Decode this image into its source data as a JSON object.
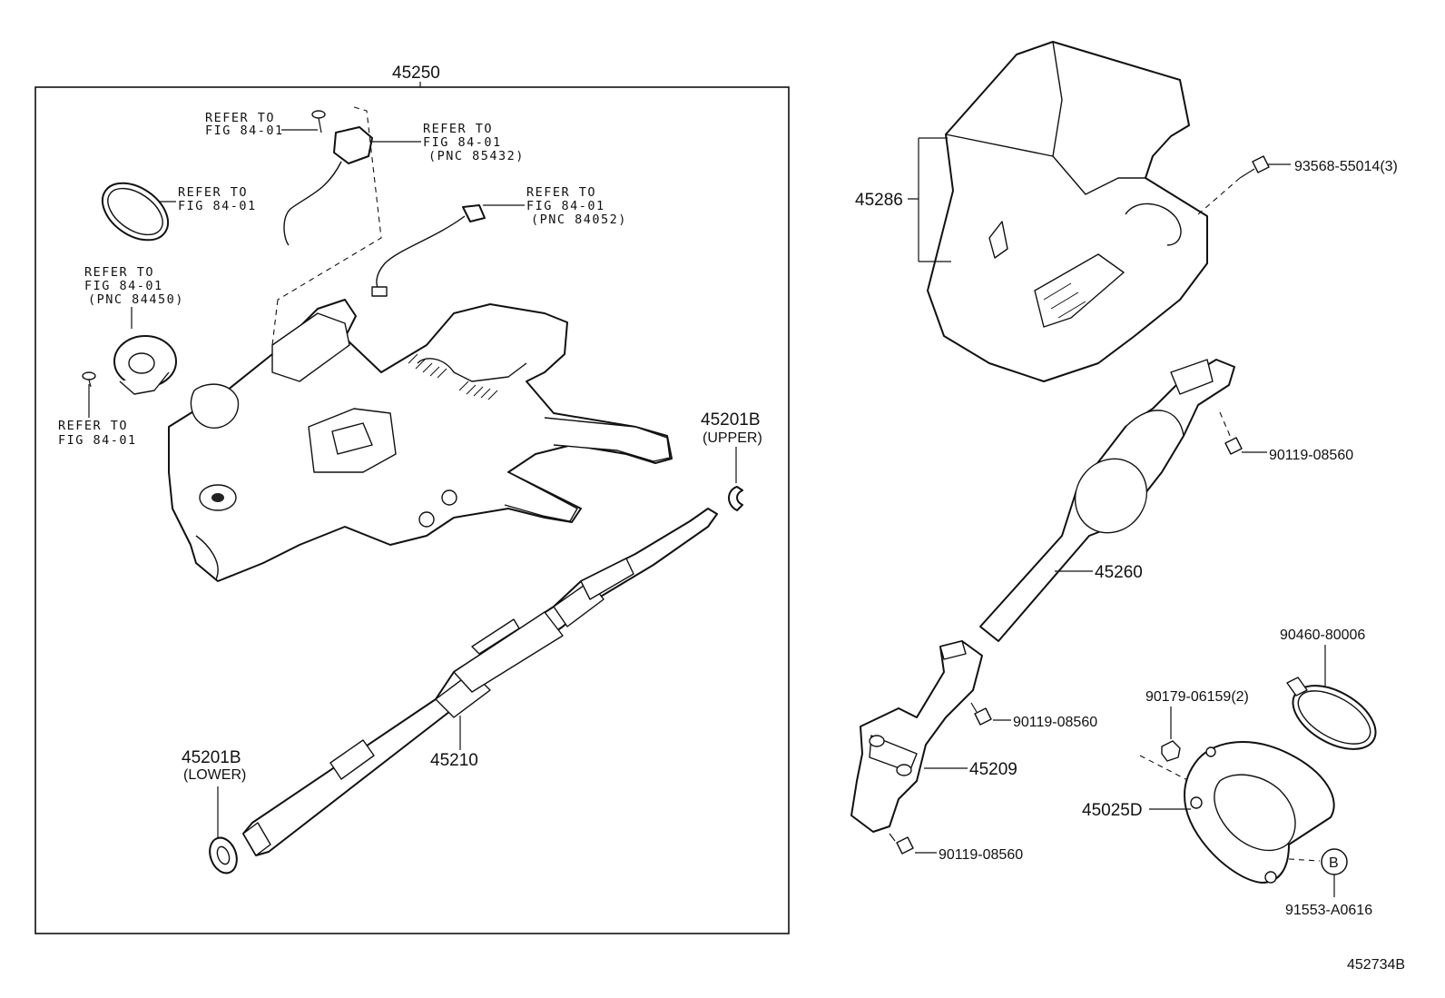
{
  "diagram": {
    "drawing_code": "452734B",
    "assembly": {
      "column_assembly": "45250",
      "main_shaft": "45210",
      "snap_ring_upper": {
        "code": "45201B",
        "note": "(UPPER)"
      },
      "snap_ring_lower": {
        "code": "45201B",
        "note": "(LOWER)"
      }
    },
    "refer_notes": {
      "note_a": {
        "line1": "REFER TO",
        "line2": "FIG 84-01"
      },
      "note_b": {
        "line1": "REFER TO",
        "line2": "FIG 84-01",
        "line3": "(PNC 85432)"
      },
      "note_c": {
        "line1": "REFER TO",
        "line2": "FIG 84-01"
      },
      "note_d": {
        "line1": "REFER TO",
        "line2": "FIG 84-01",
        "line3": "(PNC 84052)"
      },
      "note_e": {
        "line1": "REFER TO",
        "line2": "FIG 84-01",
        "line3": "(PNC 84450)"
      },
      "note_f": {
        "line1": "REFER TO",
        "line2": "FIG 84-01"
      }
    },
    "parts_right": {
      "column_cover": "45286",
      "cover_screw": "93568-55014(3)",
      "bolt_upper": "90119-08560",
      "intermediate_shaft": "45260",
      "clamp": "90460-80006",
      "nut": "90179-06159(2)",
      "bolt_middle": "90119-08560",
      "sliding_yoke": "45209",
      "hole_cover": "45025D",
      "bolt_lower": "90119-08560",
      "ref_circle_letter": "B",
      "ref_circle_part": "91553-A0616"
    }
  }
}
